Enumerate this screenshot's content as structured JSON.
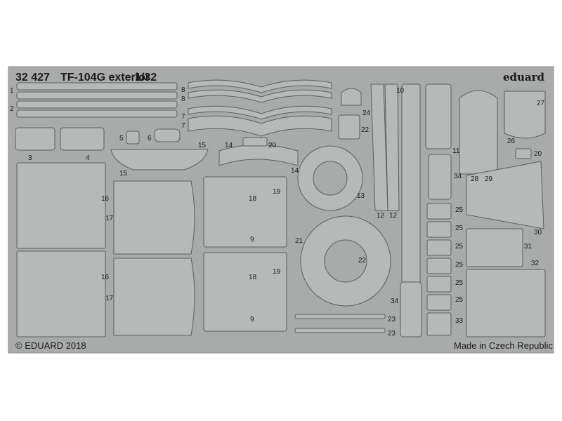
{
  "header": {
    "product_code": "32 427",
    "product_name": "TF-104G exterior",
    "scale": "1/32",
    "brand": "eduard"
  },
  "footer": {
    "copyright": "© EDUARD 2018",
    "origin": "Made in Czech Republic"
  },
  "colors": {
    "fret": "#a9abaa",
    "part": "#b7b9b8",
    "outline": "#5d5f5e",
    "text": "#1a1a1a"
  },
  "part_numbers": {
    "n1": "1",
    "n2": "2",
    "n3": "3",
    "n4": "4",
    "n5": "5",
    "n6": "6",
    "n7a": "7",
    "n7b": "7",
    "n8a": "8",
    "n8b": "8",
    "n9a": "9",
    "n9b": "9",
    "n10": "10",
    "n11": "11",
    "n12a": "12",
    "n12b": "12",
    "n13": "13",
    "n14a": "14",
    "n14b": "14",
    "n15a": "15",
    "n15b": "15",
    "n16a": "16",
    "n16b": "16",
    "n17a": "17",
    "n17b": "17",
    "n18a": "18",
    "n18b": "18",
    "n19a": "19",
    "n19b": "19",
    "n20a": "20",
    "n20b": "20",
    "n21": "21",
    "n22a": "22",
    "n22b": "22",
    "n23a": "23",
    "n23b": "23",
    "n24": "24",
    "n25a": "25",
    "n25b": "25",
    "n25c": "25",
    "n25d": "25",
    "n25e": "25",
    "n25f": "25",
    "n26": "26",
    "n27": "27",
    "n28": "28",
    "n29": "29",
    "n30": "30",
    "n31": "31",
    "n32": "32",
    "n33": "33",
    "n34a": "34",
    "n34b": "34"
  }
}
